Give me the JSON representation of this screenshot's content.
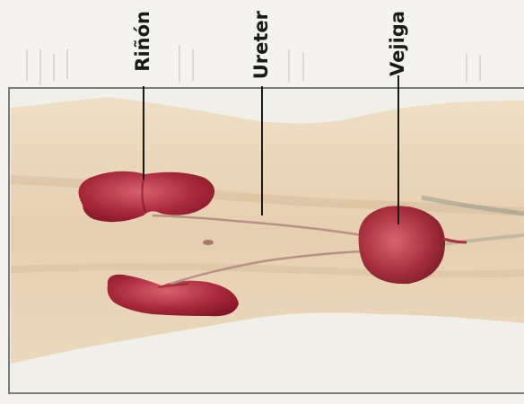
{
  "labels": {
    "kidney": "Riñón",
    "ureter": "Ureter",
    "bladder": "Vejiga"
  },
  "colors": {
    "page": "#f4f3f0",
    "skin": "#e8d3b5",
    "skin_shadow": "#c9ac86",
    "organ": "#a8273a",
    "organ_highlight": "#d9606e",
    "frame": "#7a7a7a",
    "leader_line": "#1a1a1a"
  }
}
